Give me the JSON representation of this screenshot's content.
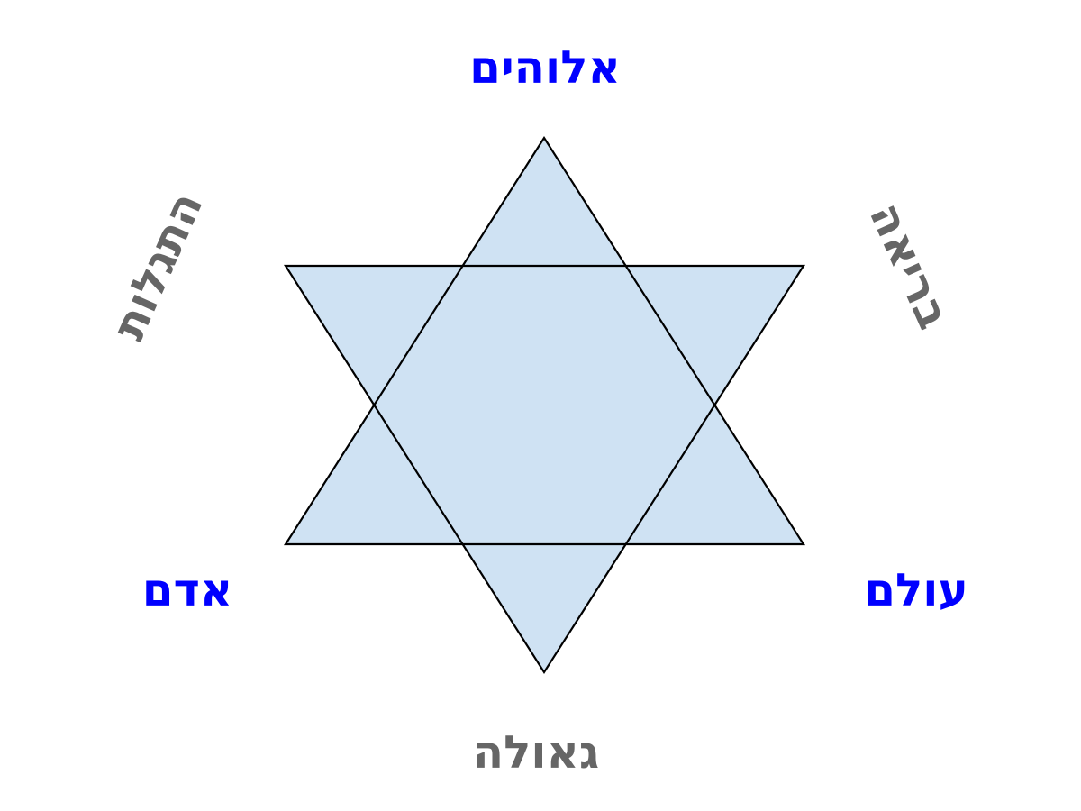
{
  "labels": {
    "top": "אלוהים",
    "bottom_left": "אדם",
    "bottom_right": "עולם",
    "bottom": "גאולה",
    "upper_left": "התגלות",
    "upper_right": "בריאה"
  },
  "colors": {
    "primary_label": "#0000ff",
    "secondary_label": "#666666",
    "star_fill": "#cfe2f3",
    "star_stroke": "#000000"
  }
}
